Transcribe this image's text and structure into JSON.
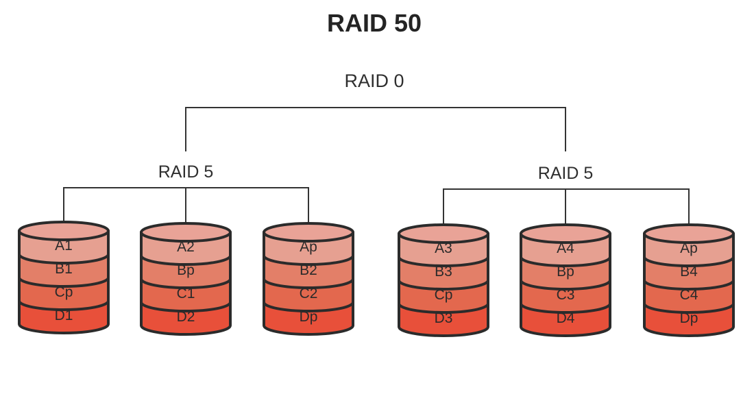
{
  "title": "RAID 50",
  "top_level": {
    "label": "RAID 0"
  },
  "groups": [
    {
      "label": "RAID 5",
      "disks": [
        {
          "cells": [
            "A1",
            "B1",
            "Cp",
            "D1"
          ]
        },
        {
          "cells": [
            "A2",
            "Bp",
            "C1",
            "D2"
          ]
        },
        {
          "cells": [
            "Ap",
            "B2",
            "C2",
            "Dp"
          ]
        }
      ]
    },
    {
      "label": "RAID 5",
      "disks": [
        {
          "cells": [
            "A3",
            "B3",
            "Cp",
            "D3"
          ]
        },
        {
          "cells": [
            "A4",
            "Bp",
            "C3",
            "D4"
          ]
        },
        {
          "cells": [
            "Ap",
            "B4",
            "C4",
            "Dp"
          ]
        }
      ]
    }
  ],
  "colors": {
    "lid": "#e9a397",
    "row_a": "#e6a091",
    "row_b": "#e37f68",
    "row_c": "#e3684e",
    "row_d": "#e8503a",
    "outline": "#2b2b2b",
    "connector": "#333333"
  }
}
